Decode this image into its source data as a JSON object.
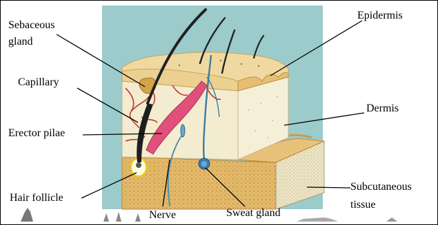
{
  "labels": {
    "sebaceous_line1": "Sebaceous",
    "sebaceous_line2": "gland",
    "capillary": "Capillary",
    "erector_pilae": "Erector pilae",
    "hair_follicle": "Hair follicle",
    "nerve": "Nerve",
    "sweat_gland": "Sweat gland",
    "epidermis": "Epidermis",
    "dermis": "Dermis",
    "subcutaneous_line1": "Subcutaneous",
    "subcutaneous_line2": "tissue"
  },
  "colors": {
    "background_panel": "#9ccbcb",
    "epidermis": "#f0d9a0",
    "dermis": "#f4ecd0",
    "subcutaneous_fat": "#e2b86a",
    "muscle": "#e0507a",
    "capillary": "#c0392b",
    "hair": "#222222",
    "nerve": "#3a7ca0",
    "follicle_ring": "#f5e11a"
  }
}
